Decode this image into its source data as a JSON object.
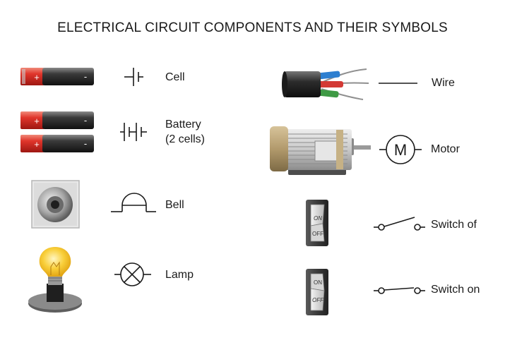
{
  "title": "ELECTRICAL CIRCUIT COMPONENTS AND THEIR SYMBOLS",
  "components": {
    "cell": {
      "label": "Cell"
    },
    "battery": {
      "label_line1": "Battery",
      "label_line2": "(2 cells)"
    },
    "bell": {
      "label": "Bell"
    },
    "lamp": {
      "label": "Lamp"
    },
    "wire": {
      "label": "Wire"
    },
    "motor": {
      "label": "Motor",
      "symbol_letter": "M"
    },
    "switch_off": {
      "label": "Switch of",
      "rocker_top": "ON",
      "rocker_bottom": "OFF"
    },
    "switch_on": {
      "label": "Switch on",
      "rocker_top": "ON",
      "rocker_bottom": "OFF"
    }
  },
  "battery_signs": {
    "plus": "+",
    "minus": "-"
  },
  "colors": {
    "battery_red": "#d8231f",
    "battery_black": "#2a2a2a",
    "bulb_yellow": "#f7c733",
    "motor_tan": "#b79f72"
  }
}
